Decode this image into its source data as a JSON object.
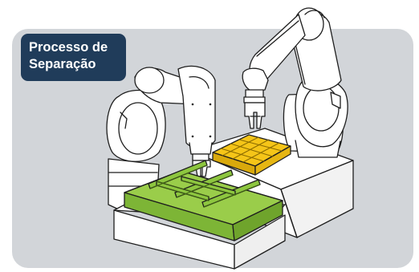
{
  "label": {
    "line1": "Processo de",
    "line2": "Separação"
  },
  "colors": {
    "background_panel": "#d2d5d9",
    "label_bg": "#203c5a",
    "label_text": "#ffffff",
    "green_tray": "#8dc63f",
    "yellow_tray": "#f5c518",
    "robot_white": "#ffffff",
    "outline": "#1e1e1e"
  },
  "icons": [
    "robot-arm-left",
    "robot-arm-right",
    "gripper",
    "green-sorting-tray",
    "yellow-parts-tray",
    "platform"
  ]
}
